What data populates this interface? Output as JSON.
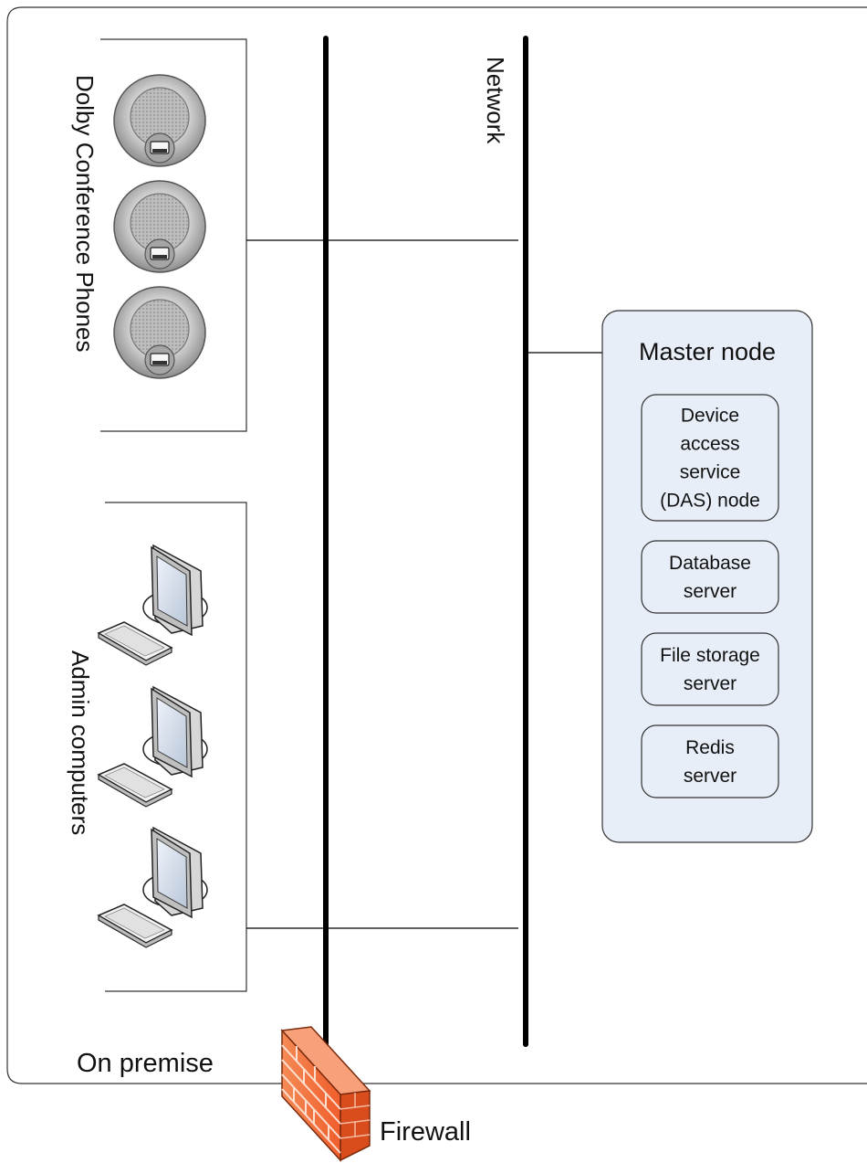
{
  "premise": {
    "label": "On premise"
  },
  "network": {
    "label": "Network"
  },
  "phones_group": {
    "label": "Dolby Conference Phones",
    "count": 3
  },
  "computers_group": {
    "label": "Admin computers",
    "count": 3
  },
  "master_node": {
    "title": "Master node",
    "components": [
      {
        "lines": [
          "Device",
          "access",
          "service",
          "(DAS) node"
        ]
      },
      {
        "lines": [
          "Database",
          "server"
        ]
      },
      {
        "lines": [
          "File storage",
          "server"
        ]
      },
      {
        "lines": [
          "Redis",
          "server"
        ]
      }
    ]
  },
  "firewall": {
    "label": "Firewall"
  },
  "colors": {
    "master_fill": "#e8eef7",
    "firewall_fill": "#f26f3b",
    "line": "#000000",
    "phone_gray": "#9a9a9a"
  },
  "icons": {
    "phone": "conference-phone-icon",
    "computer": "computer-icon",
    "firewall": "firewall-icon"
  }
}
